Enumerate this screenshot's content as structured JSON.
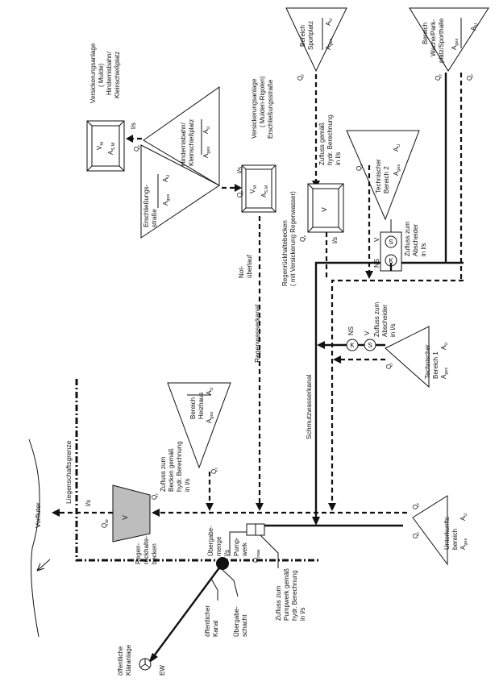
{
  "labels": {
    "vorfluter": "Vorfluter",
    "liegenschaftsgrenze": "Liegenschaftsgrenze",
    "ls": "l/s",
    "qdr": "Q",
    "qdr_sub": "dr",
    "qr": "Q",
    "qr_sub": "r",
    "qmax": "Q",
    "qmax_sub": "max",
    "v": "V",
    "vm": "V",
    "vm_sub": "M",
    "asm": "A",
    "asm_sub": "S,M",
    "ages": "A",
    "ages_sub": "ges",
    "au": "A",
    "au_sub": "U",
    "k": "K",
    "s": "S",
    "ns": "NS",
    "ew": "EW",
    "regenwasserkanal": "Regenwasserkanal",
    "schmutzwasserkanal": "Schmutzwasserkanal",
    "notueberlauf_1": "Not-",
    "notueberlauf_2": "überlauf",
    "regenrueck_1": "Regen-",
    "regenrueck_2": "rückhalte-",
    "regenrueck_3": "becken",
    "zufluss_becken_1": "Zufluss zum",
    "zufluss_becken_2": "Becken gemäß",
    "zufluss_becken_3": "hydr. Berechnung",
    "zufluss_becken_4": "in l/s",
    "uebergabe_1": "Übergabe-",
    "uebergabe_2": "menge",
    "uebergabe_3": "l/s",
    "pumpwerk_1": "Pump-",
    "pumpwerk_2": "werk",
    "zufluss_pump_1": "Zufluss zum",
    "zufluss_pump_2": "Pumpwerk gemäß",
    "zufluss_pump_3": "hydr. Berechnung",
    "zufluss_pump_4": "in l/s",
    "oeffentlicher_1": "öffentlicher",
    "oeffentlicher_2": "Kanal",
    "uebergabeschacht_1": "Übergabe-",
    "uebergabeschacht_2": "schacht",
    "klaeranlage_1": "öffentliche",
    "klaeranlage_2": "Kläranlage",
    "heizhaus_1": "Bereich",
    "heizhaus_2": "Heizhaus",
    "unterkunft_1": "Unterkunfts-",
    "unterkunft_2": "bereich",
    "tech1_1": "Technischer",
    "tech1_2": "Bereich 1",
    "tech2_1": "Technischer",
    "tech2_2": "Bereich 2",
    "sport_1": "Bereich",
    "sport_2": "Sportplatz",
    "wache_1": "Bereich",
    "wache_2": "Wache/Park-",
    "wache_3": "platz/Sporthalle",
    "zufluss_absch_1": "Zufluss zum",
    "zufluss_absch_2": "Abscheider",
    "zufluss_absch_3": "in l/s",
    "rrb_main_1": "Regenrückhaltebecken",
    "rrb_main_2": "( mit Versickerung Regenwasser)",
    "zufluss_hydr_1": "Zufluss gemäß",
    "zufluss_hydr_2": "hydr. Berechnung",
    "zufluss_hydr_3": "in l/s",
    "vers_rigolen_1": "Versickerungsanlage",
    "vers_rigolen_2": "( Mulden-Rigolen)",
    "vers_rigolen_3": "Erschließungsstraße",
    "vers_mulde_1": "Versickerungsanlage",
    "vers_mulde_2": "( Mulde)",
    "vers_mulde_3": "Hindernisbahn/",
    "vers_mulde_4": "Kleinschießplatz",
    "erschliessung_1": "Erschließungs-",
    "erschliessung_2": "straße",
    "hindernis_1": "Hindernisbahn/",
    "hindernis_2": "Kleinschießplatz"
  }
}
